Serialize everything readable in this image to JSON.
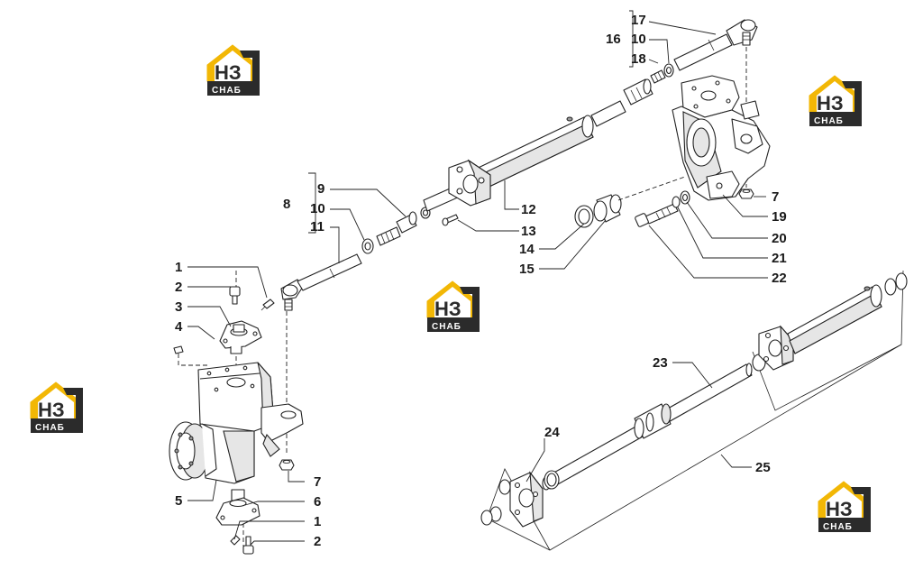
{
  "callouts": [
    {
      "id": "c1a",
      "text": "1"
    },
    {
      "id": "c2a",
      "text": "2"
    },
    {
      "id": "c3",
      "text": "3"
    },
    {
      "id": "c4",
      "text": "4"
    },
    {
      "id": "c5",
      "text": "5"
    },
    {
      "id": "c6",
      "text": "6"
    },
    {
      "id": "c7a",
      "text": "7"
    },
    {
      "id": "c1b",
      "text": "1"
    },
    {
      "id": "c2b",
      "text": "2"
    },
    {
      "id": "c8",
      "text": "8"
    },
    {
      "id": "c9",
      "text": "9"
    },
    {
      "id": "c10a",
      "text": "10"
    },
    {
      "id": "c11",
      "text": "11"
    },
    {
      "id": "c12",
      "text": "12"
    },
    {
      "id": "c13",
      "text": "13"
    },
    {
      "id": "c14",
      "text": "14"
    },
    {
      "id": "c15",
      "text": "15"
    },
    {
      "id": "c16",
      "text": "16"
    },
    {
      "id": "c17",
      "text": "17"
    },
    {
      "id": "c10b",
      "text": "10"
    },
    {
      "id": "c18",
      "text": "18"
    },
    {
      "id": "c7b",
      "text": "7"
    },
    {
      "id": "c19",
      "text": "19"
    },
    {
      "id": "c20",
      "text": "20"
    },
    {
      "id": "c21",
      "text": "21"
    },
    {
      "id": "c22",
      "text": "22"
    },
    {
      "id": "c23",
      "text": "23"
    },
    {
      "id": "c24",
      "text": "24"
    },
    {
      "id": "c25",
      "text": "25"
    }
  ],
  "watermark": {
    "top_text": "НЗ",
    "bottom_text": "СНАБ",
    "accent_color": "#f2b705",
    "dark_color": "#2b2b2b"
  }
}
